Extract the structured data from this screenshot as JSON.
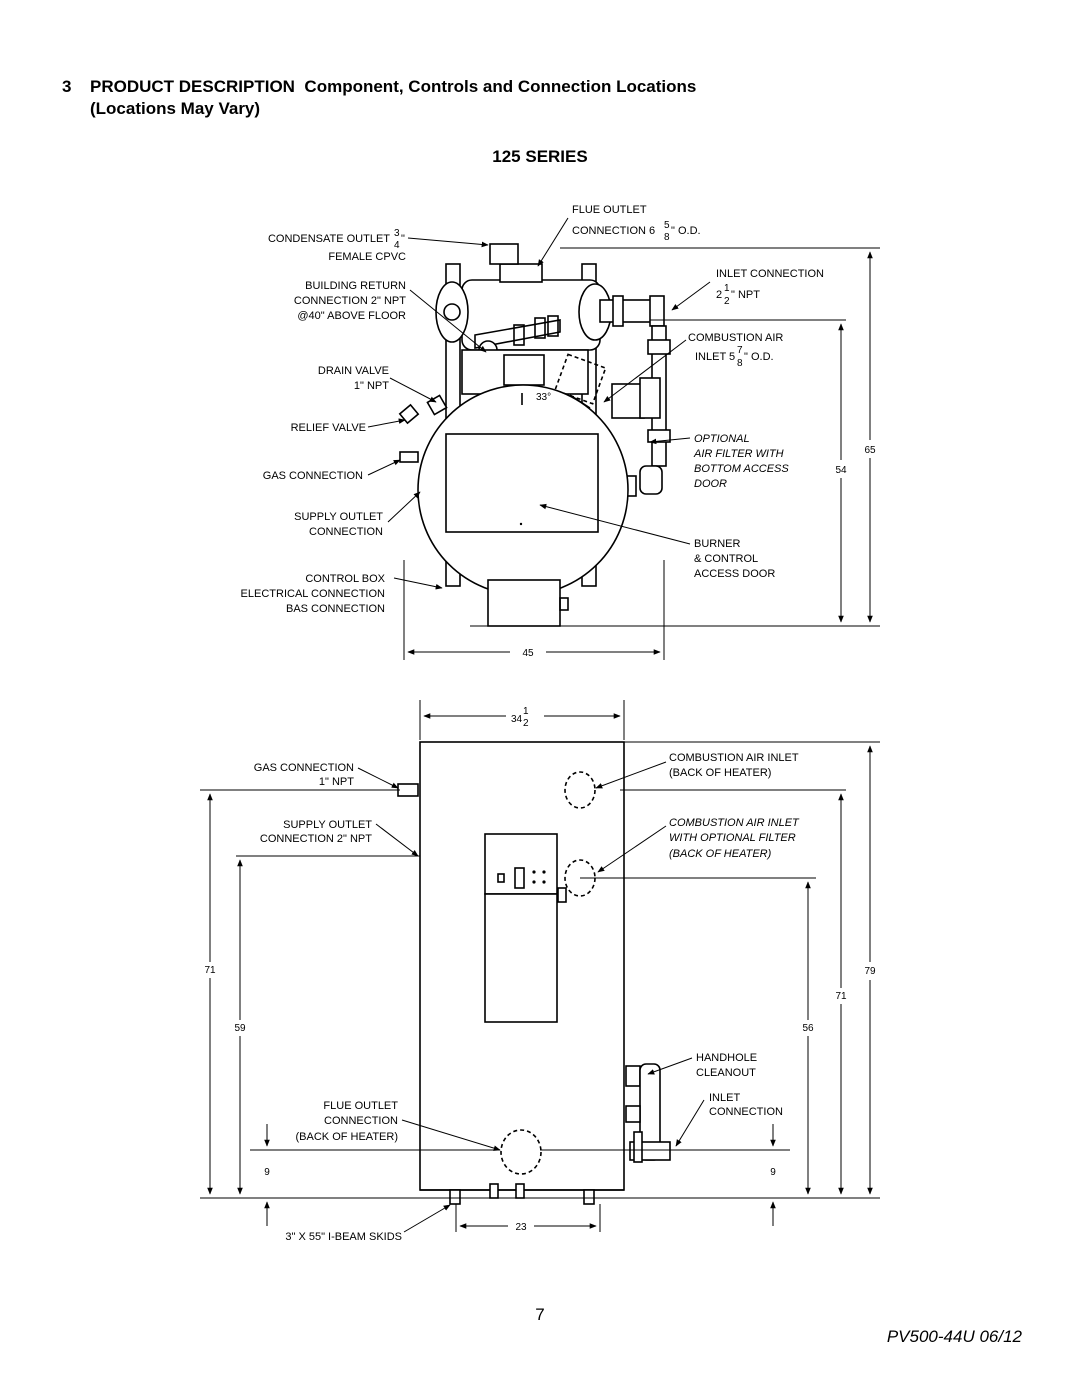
{
  "heading": {
    "number": "3",
    "title": "PRODUCT DESCRIPTION",
    "subtitle": "Component, Controls and Connection Locations",
    "line2": "(Locations May Vary)"
  },
  "series_title": "125 SERIES",
  "top_view": {
    "labels": {
      "flue_outlet_1": "FLUE OUTLET",
      "flue_outlet_2": "CONNECTION 6",
      "flue_outlet_frac_n": "5",
      "flue_outlet_frac_d": "8",
      "flue_outlet_3": "\" O.D.",
      "condensate_1": "CONDENSATE OUTLET",
      "condensate_frac_n": "3",
      "condensate_frac_d": "4",
      "condensate_2": "FEMALE CPVC",
      "building_return_1": "BUILDING RETURN",
      "building_return_2": "CONNECTION 2\" NPT",
      "building_return_3": "@40\" ABOVE FLOOR",
      "drain_valve_1": "DRAIN VALVE",
      "drain_valve_2": "1\" NPT",
      "relief_valve": "RELIEF VALVE",
      "gas_connection": "GAS CONNECTION",
      "supply_outlet_1": "SUPPLY OUTLET",
      "supply_outlet_2": "CONNECTION",
      "control_box_1": "CONTROL BOX",
      "control_box_2": "ELECTRICAL CONNECTION",
      "control_box_3": "BAS CONNECTION",
      "inlet_connection_1": "INLET CONNECTION",
      "inlet_connection_2": "2",
      "inlet_frac_n": "1",
      "inlet_frac_d": "2",
      "inlet_connection_3": "\" NPT",
      "combustion_air_1": "COMBUSTION AIR",
      "combustion_air_2": "INLET 5",
      "combustion_frac_n": "7",
      "combustion_frac_d": "8",
      "combustion_air_3": "\" O.D.",
      "optional_1": "OPTIONAL",
      "optional_2": "AIR FILTER WITH",
      "optional_3": "BOTTOM ACCESS",
      "optional_4": "DOOR",
      "burner_1": "BURNER",
      "burner_2": "& CONTROL",
      "burner_3": "ACCESS DOOR",
      "angle": "33°"
    },
    "dimensions": {
      "width": "45",
      "height_outer": "65",
      "height_inner": "54"
    }
  },
  "front_view": {
    "labels": {
      "gas_connection_1": "GAS CONNECTION",
      "gas_connection_2": "1\" NPT",
      "supply_outlet_1": "SUPPLY OUTLET",
      "supply_outlet_2": "CONNECTION 2\" NPT",
      "flue_outlet_1": "FLUE OUTLET",
      "flue_outlet_2": "CONNECTION",
      "flue_outlet_3": "(BACK OF HEATER)",
      "skids": "3\" X 55\" I-BEAM SKIDS",
      "combustion_inlet_1": "COMBUSTION AIR INLET",
      "combustion_inlet_2": "(BACK OF HEATER)",
      "combustion_filter_1": "COMBUSTION AIR INLET",
      "combustion_filter_2": "WITH OPTIONAL FILTER",
      "combustion_filter_3": "(BACK OF HEATER)",
      "handhole_1": "HANDHOLE",
      "handhole_2": "CLEANOUT",
      "inlet_1": "INLET",
      "inlet_2": "CONNECTION"
    },
    "dimensions": {
      "top_width": "34",
      "top_width_frac_n": "1",
      "top_width_frac_d": "2",
      "skid_width": "23",
      "left_71": "71",
      "left_59": "59",
      "left_9": "9",
      "right_79": "79",
      "right_71": "71",
      "right_56": "56",
      "right_9": "9"
    }
  },
  "page_number": "7",
  "doc_code": "PV500-44U  06/12"
}
